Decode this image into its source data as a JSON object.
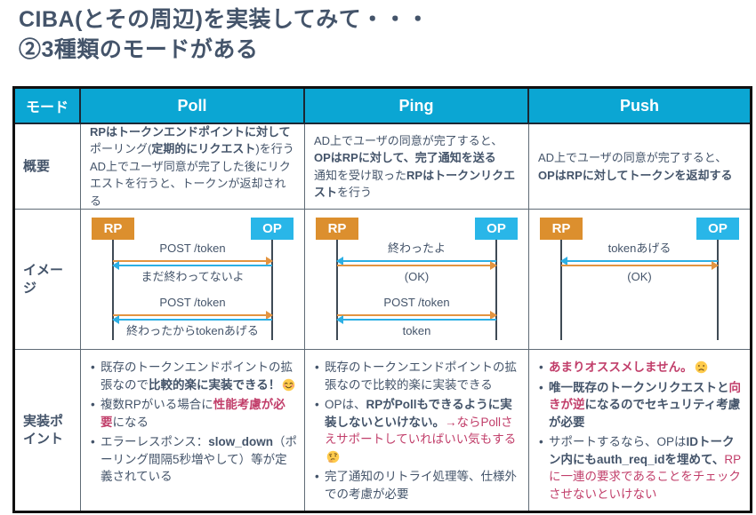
{
  "title": {
    "line1": "CIBA(とその周辺)を実装してみて・・・",
    "line2": "②3種類のモードがある"
  },
  "colors": {
    "text": "#44546A",
    "pink": "#C13E6A",
    "header_bg": "#0BA6D3",
    "rp_box": "#DC8F2E",
    "op_box": "#29B6E8",
    "arrow_orange": "#E39440",
    "arrow_cyan": "#2CAFE4",
    "lifeline": "#3F4A55",
    "border_outer": "#101010",
    "border_inner": "#5F6B76",
    "header_divider": "#1B2733"
  },
  "table": {
    "header": {
      "mode": "モード",
      "poll": "Poll",
      "ping": "Ping",
      "push": "Push"
    },
    "rows": {
      "overview": {
        "label": "概要",
        "poll": [
          [
            {
              "t": "RPはトークンエンドポイントに対して",
              "s": "b"
            },
            {
              "t": "ポーリング("
            },
            {
              "t": "定期的にリクエスト",
              "s": "b"
            },
            {
              "t": ")を行う"
            }
          ],
          [
            {
              "t": "AD上でユーザ同意が完了した後にリクエストを行うと、トークンが返却される"
            }
          ]
        ],
        "ping": [
          [
            {
              "t": "AD上でユーザの同意が完了すると、"
            },
            {
              "t": "OPはRPに対して、完了通知を送る",
              "s": "b"
            }
          ],
          [
            {
              "t": "通知を受け取った"
            },
            {
              "t": "RPはトークンリクエスト",
              "s": "b"
            },
            {
              "t": "を行う"
            }
          ]
        ],
        "push": [
          [
            {
              "t": "AD上でユーザの同意が完了すると、"
            },
            {
              "t": "OPはRPに対してトークンを返却する",
              "s": "b"
            }
          ]
        ]
      },
      "image": {
        "label": "イメージ"
      },
      "points": {
        "label": "実装ポイント",
        "poll": [
          [
            {
              "t": "既存のトークンエンドポイントの拡張なので"
            },
            {
              "t": "比較的楽に実装できる！",
              "s": "b"
            },
            {
              "e": "smile"
            }
          ],
          [
            {
              "t": "複数RPがいる場合に"
            },
            {
              "t": "性能考慮が必要",
              "s": "pb"
            },
            {
              "t": "になる"
            }
          ],
          [
            {
              "t": "エラーレスポンス："
            },
            {
              "t": "slow_down",
              "s": "b"
            },
            {
              "t": "（ポーリング間隔5秒増やして）等が定義されている"
            }
          ]
        ],
        "ping": [
          [
            {
              "t": "既存のトークンエンドポイントの拡張なので比較的楽に実装できる"
            }
          ],
          [
            {
              "t": "OPは、"
            },
            {
              "t": "RPがPollもできるように実装しないといけない。",
              "s": "b"
            },
            {
              "t": "→ならPollさえサポートしていればいい気もする",
              "s": "p"
            },
            {
              "e": "think"
            }
          ],
          [
            {
              "t": "完了通知のリトライ処理等、仕様外での考慮が必要"
            }
          ]
        ],
        "push": [
          [
            {
              "t": "あまりオススメしません。",
              "s": "pb"
            },
            {
              "e": "frown"
            }
          ],
          [
            {
              "t": "唯一既存のトークンリクエストと",
              "s": "b"
            },
            {
              "t": "向きが逆",
              "s": "pb"
            },
            {
              "t": "になるのでセキュリティ考慮が必要",
              "s": "b"
            }
          ],
          [
            {
              "t": "サポートするなら、OPは"
            },
            {
              "t": "IDトークン内にもauth_req_idを埋めて、",
              "s": "b"
            },
            {
              "t": "RPに一連の要求であることをチェックさせないといけない",
              "s": "p"
            }
          ]
        ]
      }
    }
  },
  "diagrams": {
    "poll": {
      "left": "RP",
      "right": "OP",
      "messages": [
        {
          "label": "POST /token",
          "to": "right",
          "color": "orange",
          "labelPos": "above"
        },
        {
          "label": "まだ終わってないよ",
          "to": "left",
          "color": "cyan",
          "labelPos": "below"
        },
        {
          "label": "POST /token",
          "to": "right",
          "color": "orange",
          "labelPos": "above",
          "gapBefore": true
        },
        {
          "label": "終わったからtokenあげる",
          "to": "left",
          "color": "cyan",
          "labelPos": "below"
        }
      ]
    },
    "ping": {
      "left": "RP",
      "right": "OP",
      "messages": [
        {
          "label": "終わったよ",
          "to": "left",
          "color": "cyan",
          "labelPos": "above"
        },
        {
          "label": "(OK)",
          "to": "right",
          "color": "orange",
          "labelPos": "below"
        },
        {
          "label": "POST /token",
          "to": "right",
          "color": "orange",
          "labelPos": "above",
          "gapBefore": true
        },
        {
          "label": "token",
          "to": "left",
          "color": "cyan",
          "labelPos": "below"
        }
      ]
    },
    "push": {
      "left": "RP",
      "right": "OP",
      "messages": [
        {
          "label": "tokenあげる",
          "to": "left",
          "color": "cyan",
          "labelPos": "above"
        },
        {
          "label": "(OK)",
          "to": "right",
          "color": "orange",
          "labelPos": "below"
        }
      ]
    }
  },
  "emoji_names": {
    "smile": "smiling-face-with-smiling-eyes",
    "think": "thinking-face",
    "frown": "slightly-frowning-face"
  }
}
